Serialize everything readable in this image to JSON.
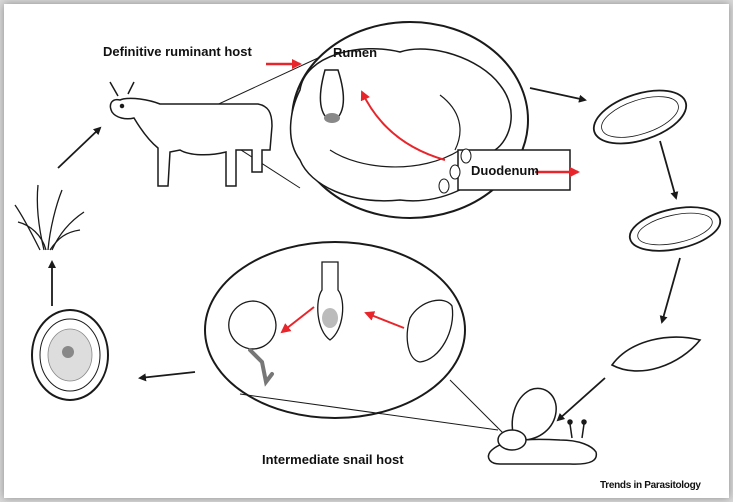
{
  "labels": {
    "definitive_host": "Definitive ruminant host",
    "rumen": "Rumen",
    "duodenum": "Duodenum",
    "intermediate_host": "Intermediate snail host",
    "credit": "Trends in Parasitology"
  },
  "colors": {
    "red_arrow": "#e8252b",
    "line": "#1a1a1a",
    "fill_grey": "#bfbfbf"
  }
}
